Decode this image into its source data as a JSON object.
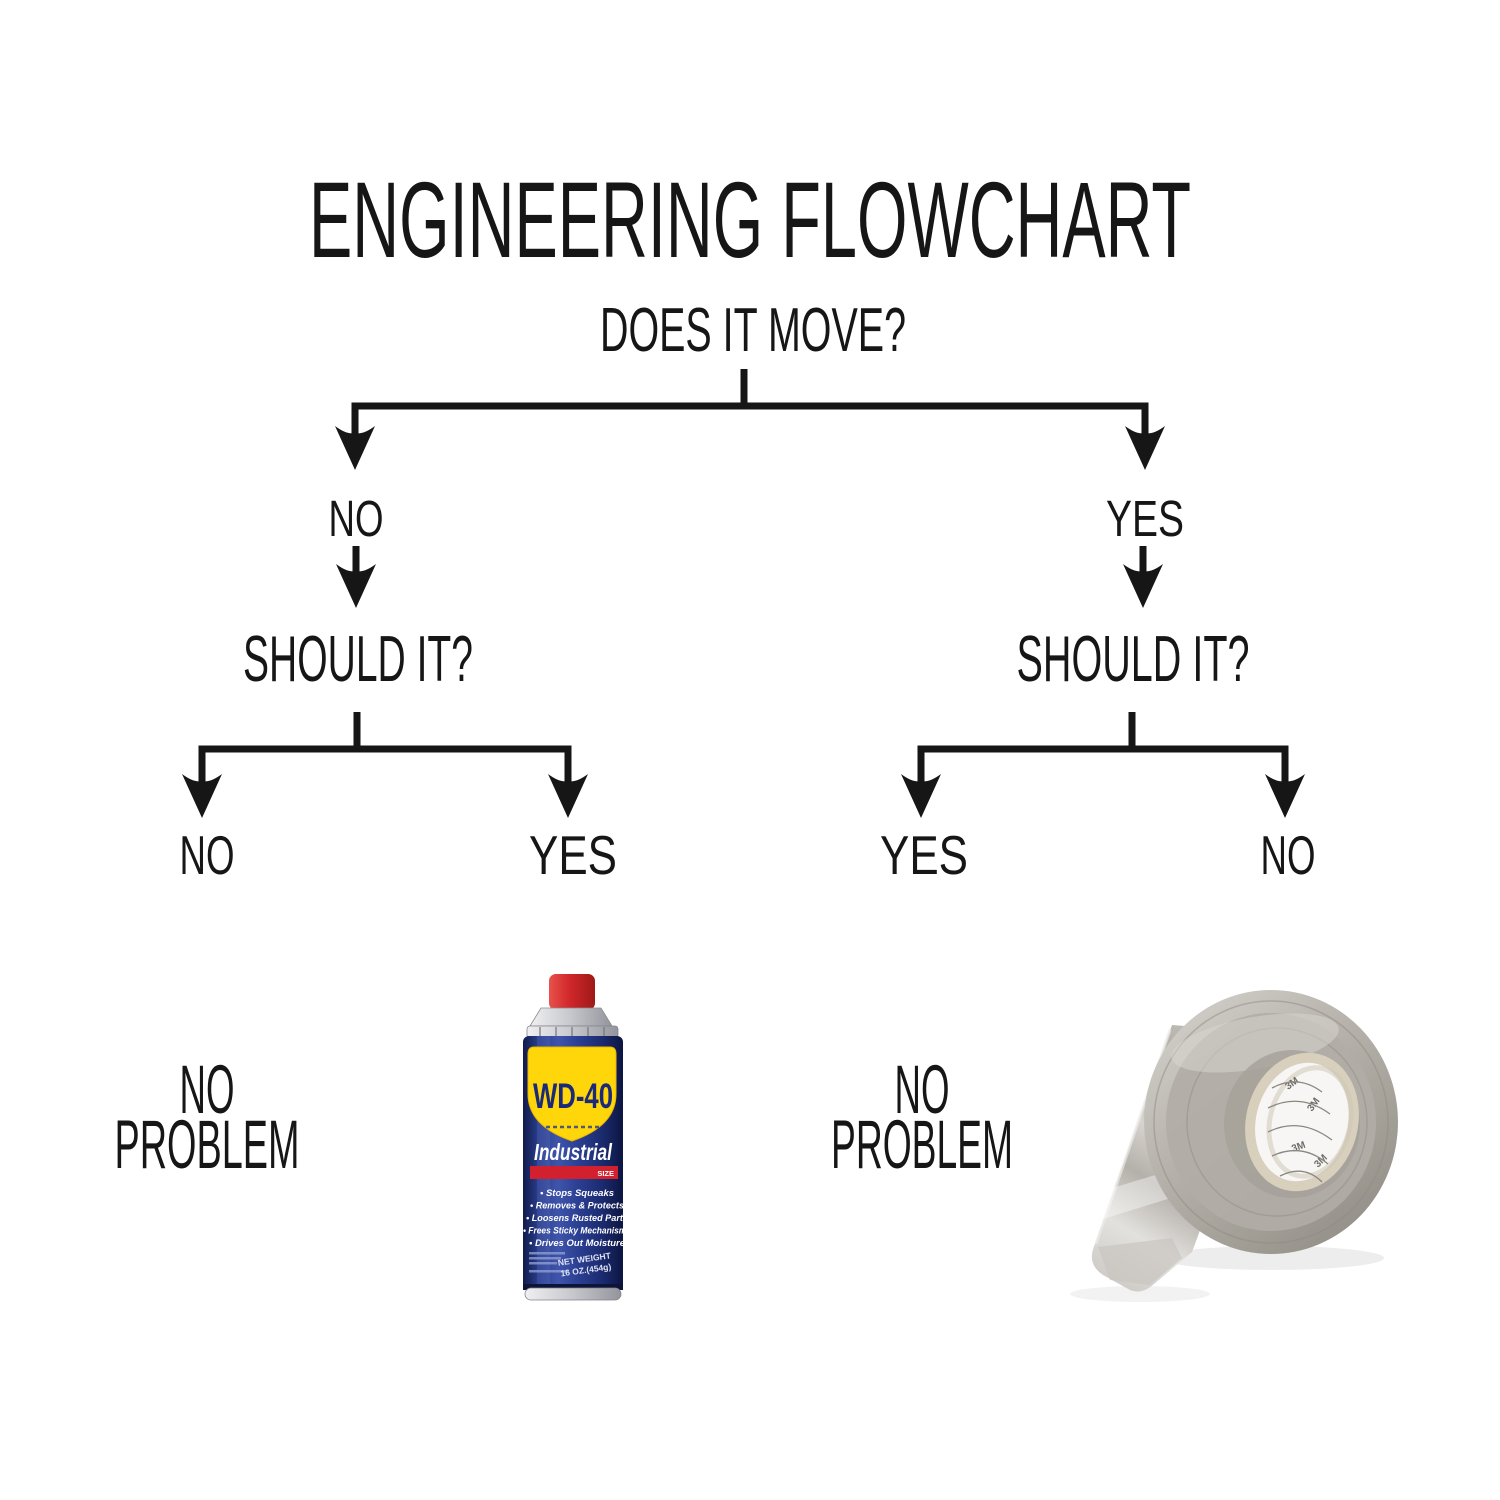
{
  "title": "ENGINEERING FLOWCHART",
  "flowchart": {
    "root_question": "DOES IT MOVE?",
    "branch_no_label": "NO",
    "branch_yes_label": "YES",
    "left": {
      "question": "SHOULD IT?",
      "no_label": "NO",
      "yes_label": "YES",
      "no_outcome_line1": "NO",
      "no_outcome_line2": "PROBLEM"
    },
    "right": {
      "question": "SHOULD IT?",
      "yes_label": "YES",
      "no_label": "NO",
      "yes_outcome_line1": "NO",
      "yes_outcome_line2": "PROBLEM"
    }
  },
  "wd40_can": {
    "brand": "WD-40",
    "label": "Industrial",
    "label_badge": "SIZE",
    "features": [
      "• Stops Squeaks",
      "• Removes & Protects",
      "• Loosens Rusted Parts",
      "• Frees Sticky Mechanisms",
      "• Drives Out Moisture"
    ],
    "net_weight_top": "NET WEIGHT",
    "net_weight_bottom": "16 OZ.(454g)"
  },
  "duct_tape": {
    "core_marking": "3M"
  },
  "colors": {
    "background": "#ffffff",
    "ink": "#161616",
    "can_cap_red": "#d1272b",
    "can_body_blue": "#243a8e",
    "shield_yellow": "#ffd60a",
    "brand_text_blue": "#1a2a78",
    "bar_red": "#d2202f",
    "tape_gray": "#b5b1ab"
  }
}
